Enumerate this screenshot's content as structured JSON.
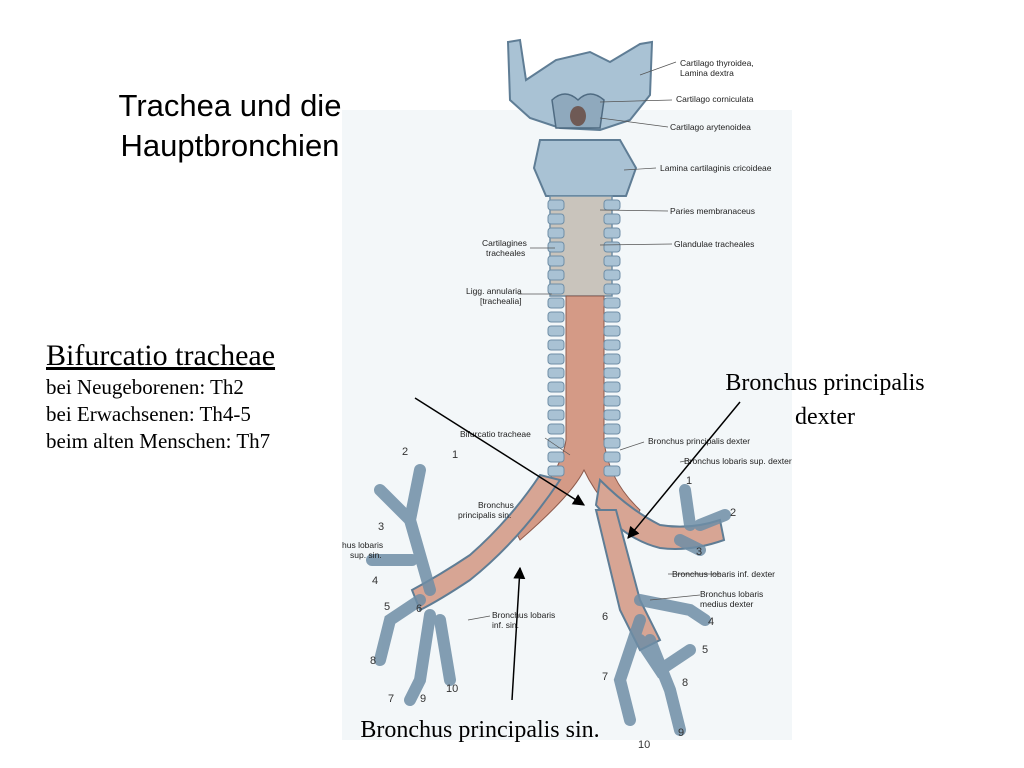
{
  "slide": {
    "title_line1": "Trachea und die",
    "title_line2": "Hauptbronchien",
    "bifurcation": {
      "heading": "Bifurcatio tracheae",
      "lines": [
        "bei Neugeborenen: Th2",
        "bei Erwachsenen: Th4-5",
        "beim alten Menschen: Th7"
      ]
    },
    "callout_right_line1": "Bronchus principalis",
    "callout_right_line2": "dexter",
    "callout_bottom": "Bronchus principalis sin."
  },
  "figure": {
    "labels_right": [
      "Cartilago thyroidea,",
      "Lamina dextra",
      "Cartilago corniculata",
      "Cartilago arytenoidea",
      "Lamina cartilaginis cricoideae",
      "Paries membranaceus",
      "Glandulae tracheales",
      "Bronchus principalis dexter",
      "Bronchus lobaris sup. dexter",
      "Bronchus lobaris inf. dexter",
      "Bronchus lobaris",
      "medius dexter"
    ],
    "labels_left": [
      "Cartilagines",
      "tracheales",
      "Ligg. annularia",
      "[trachealia]",
      "Bifurcatio tracheae",
      "Bronchus",
      "principalis sin.",
      "hus lobaris",
      "sup. sin.",
      "Bronchus lobaris",
      "inf. sin."
    ],
    "segment_numbers_left": [
      "2",
      "1",
      "3",
      "4",
      "5",
      "6",
      "8",
      "7",
      "9",
      "10"
    ],
    "segment_numbers_right": [
      "1",
      "2",
      "3",
      "4",
      "5",
      "6",
      "7",
      "8",
      "9",
      "10"
    ],
    "colors": {
      "cartilage": "#a9c2d4",
      "cartilage_dark": "#6f8ea6",
      "muscle": "#d49a86",
      "membrane": "#c9c4bc",
      "background_wash": "#eef3f7"
    }
  }
}
